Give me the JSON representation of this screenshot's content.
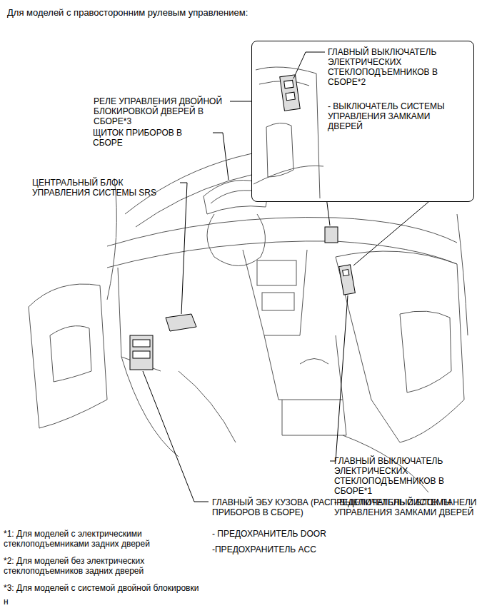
{
  "diagram": {
    "title": "Для моделей с правосторонним рулевым управлением:",
    "nodes": [
      {
        "text": [
          "ГЛАВНЫЙ ВЫКЛЮЧАТЕЛЬ ЭЛЕКТРИЧЕСКИХ СТЕКЛОПОДЪЕМНИКОВ В СБОРЕ*2",
          "- ВЫКЛЮЧАТЕЛЬ СИСТЕМЫ УПРАВЛЕНИЯ ЗАМКАМИ ДВЕРЕЙ"
        ]
      }
    ],
    "labels": [
      "РЕЛЕ УПРАВЛЕНИЯ ДВОЙНОЙ БЛОКИРОВКОЙ ДВЕРЕЙ В СБОРЕ*3",
      "ЩИТОК ПРИБОРОВ В СБОРЕ",
      "ЦЕНТРАЛЬНЫЙ БЛОК УПРАВЛЕНИЯ СИСТЕМЫ SRS",
      "ГЛАВНЫЙ ВЫКЛЮЧАТЕЛЬ ЭЛЕКТРИЧЕСКИХ СТЕКЛОПОДЪЕМНИКОВ В СБОРЕ*1",
      "- ВЫКЛЮЧАТЕЛЬ СИСТЕМЫ УПРАВЛЕНИЯ ЗАМКАМИ ДВЕРЕЙ",
      "ГЛАВНЫЙ ЭБУ КУЗОВА (РАСПРЕДЕЛИТЕЛЬНЫЙ БЛОК ПАНЕЛИ ПРИБОРОВ В СБОРЕ)",
      "- ПРЕДОХРАНИТЕЛЬ DOOR",
      "-ПРЕДОХРАНИТЕЛЬ ACC",
      "*1: Для моделей с электрическими стеклоподъемниками задних дверей",
      "*2: Для моделей без электрических стеклоподъемников задних дверей",
      "*3: Для моделей с системой двойной блокировки",
      "н"
    ]
  }
}
